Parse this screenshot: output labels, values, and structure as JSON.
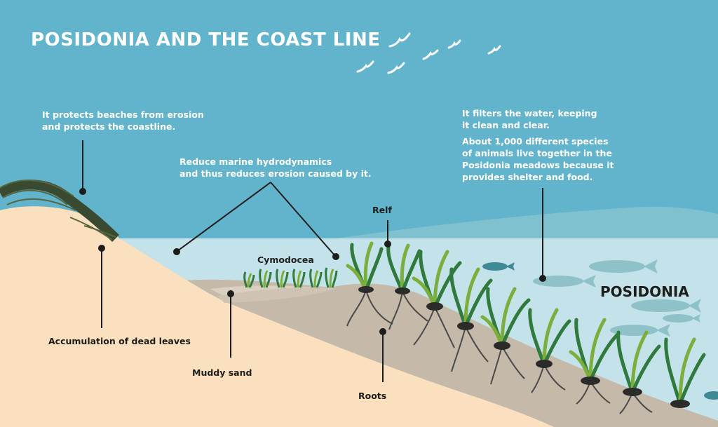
{
  "title": "POSIDONIA AND THE COAST LINE",
  "annotations": {
    "erosion": [
      "It protects beaches from erosion",
      "and protects the coastline."
    ],
    "hydro": [
      "Reduce marine hydrodynamics",
      "and thus reduces erosion caused by it."
    ],
    "filter": [
      "It filters the water, keeping",
      "it clean and clear."
    ],
    "species": [
      "About 1,000 different species",
      "of animals live together in the",
      "Posidonia meadows because it",
      "provides shelter and food."
    ]
  },
  "labels": {
    "relf": "Relf",
    "cymodocea": "Cymodocea",
    "posidonia": "POSIDONIA",
    "dead_leaves": "Accumulation of dead leaves",
    "muddy_sand": "Muddy sand",
    "roots": "Roots"
  },
  "colors": {
    "sky": "#62b4cd",
    "sea": "#c3e2ea",
    "sand": "#fbe0c0",
    "mud": "#c5b9a9",
    "leaf_dark": "#2f7a3c",
    "leaf_light": "#7cae3d",
    "fish": "#8fc2c8"
  }
}
